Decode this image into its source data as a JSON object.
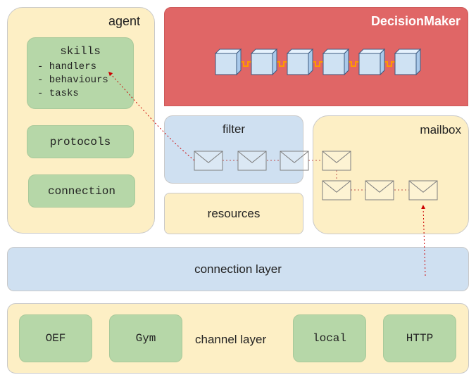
{
  "agent": {
    "title": "agent",
    "skills": {
      "title": "skills",
      "items": [
        "- handlers",
        "- behaviours",
        "- tasks"
      ]
    },
    "protocols": "protocols",
    "connection": "connection"
  },
  "decision_maker": {
    "title": "DecisionMaker",
    "cube_count": 6
  },
  "filter": {
    "title": "filter"
  },
  "mailbox": {
    "title": "mailbox"
  },
  "resources": {
    "title": "resources"
  },
  "connection_layer": {
    "title": "connection layer"
  },
  "channel_layer": {
    "title": "channel layer",
    "channels": [
      "OEF",
      "Gym",
      "local",
      "HTTP"
    ]
  },
  "colors": {
    "cream": "#fdefc5",
    "blue": "#cfe0f1",
    "green": "#b6d7a8",
    "red": "#e06666",
    "chain": "#ff9900",
    "arrow": "#cc0000"
  }
}
